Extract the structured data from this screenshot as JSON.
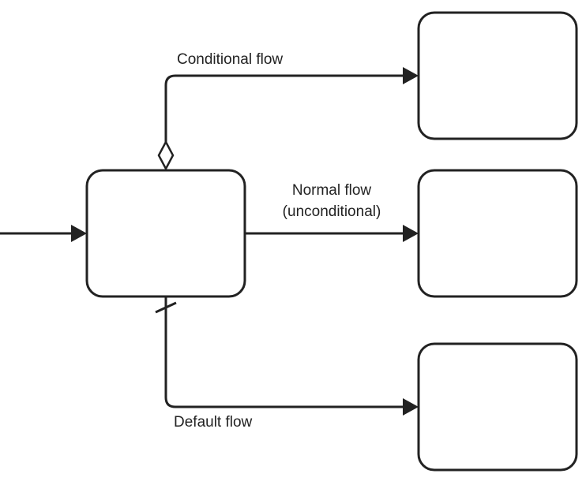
{
  "diagram": {
    "labels": {
      "conditional": "Conditional flow",
      "normal_line1": "Normal flow",
      "normal_line2": "(unconditional)",
      "default": "Default flow"
    },
    "colors": {
      "stroke": "#222222",
      "background": "#ffffff"
    }
  }
}
